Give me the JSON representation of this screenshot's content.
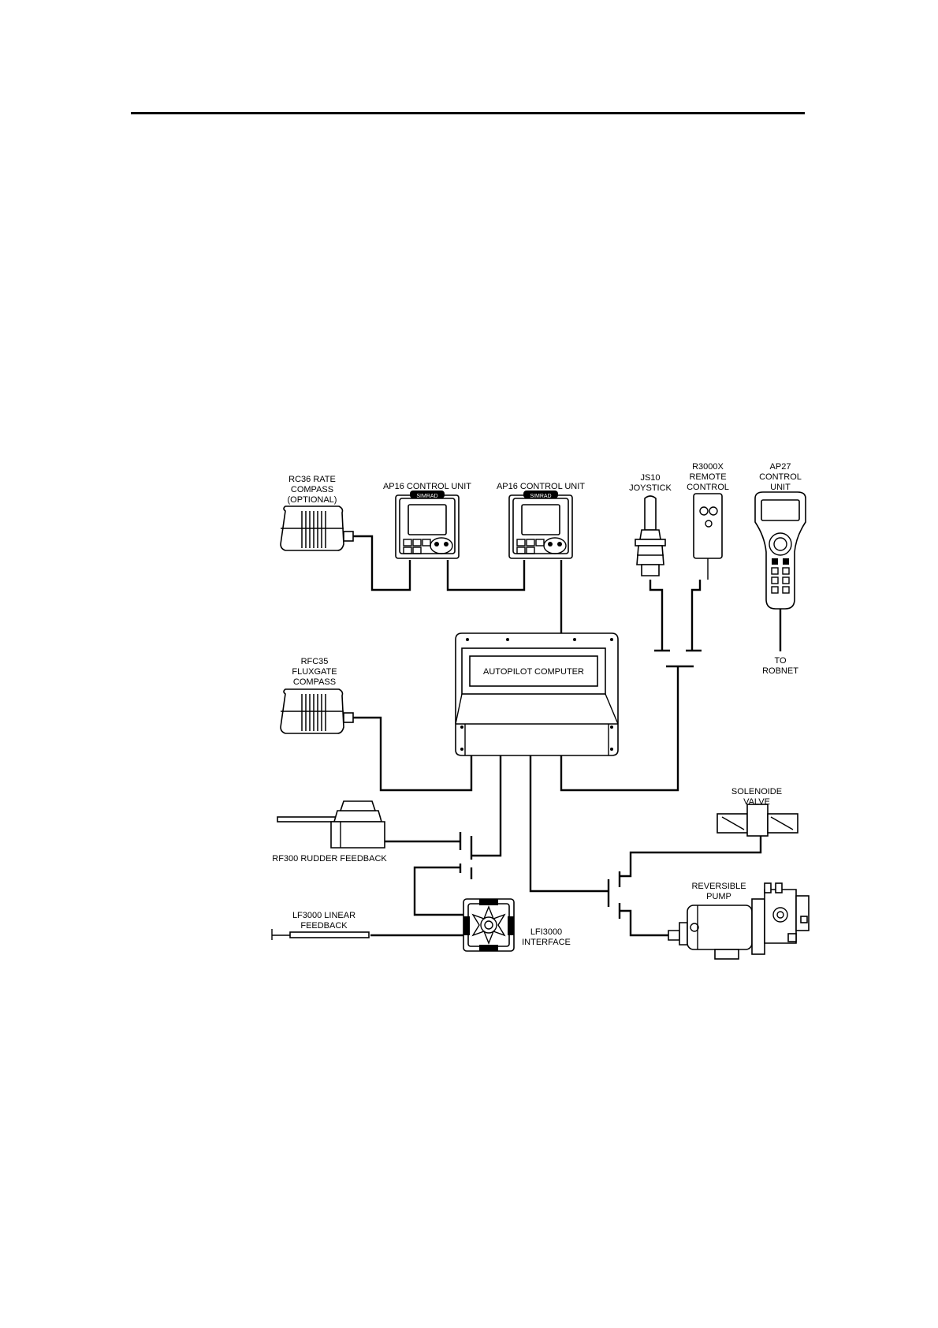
{
  "labels": {
    "rc36": [
      "RC36  RATE",
      "COMPASS",
      "(OPTIONAL)"
    ],
    "ap16_left": "AP16  CONTROL  UNIT",
    "ap16_right": "AP16  CONTROL  UNIT",
    "js10": [
      "JS10",
      "JOYSTICK"
    ],
    "r3000x": [
      "R3000X",
      "REMOTE",
      "CONTROL"
    ],
    "ap27": [
      "AP27",
      "CONTROL",
      "UNIT"
    ],
    "robnet": [
      "TO",
      "ROBNET"
    ],
    "rfc35": [
      "RFC35",
      "FLUXGATE",
      "COMPASS"
    ],
    "computer": "AUTOPILOT  COMPUTER",
    "solenoide": [
      "SOLENOIDE",
      "VALVE"
    ],
    "rf300": "RF300  RUDDER  FEEDBACK",
    "lf3000": [
      "LF3000  LINEAR",
      "FEEDBACK"
    ],
    "lfi3000": [
      "LFI3000",
      "INTERFACE"
    ],
    "pump": [
      "REVERSIBLE",
      "PUMP"
    ],
    "brand": "SIMRAD"
  }
}
